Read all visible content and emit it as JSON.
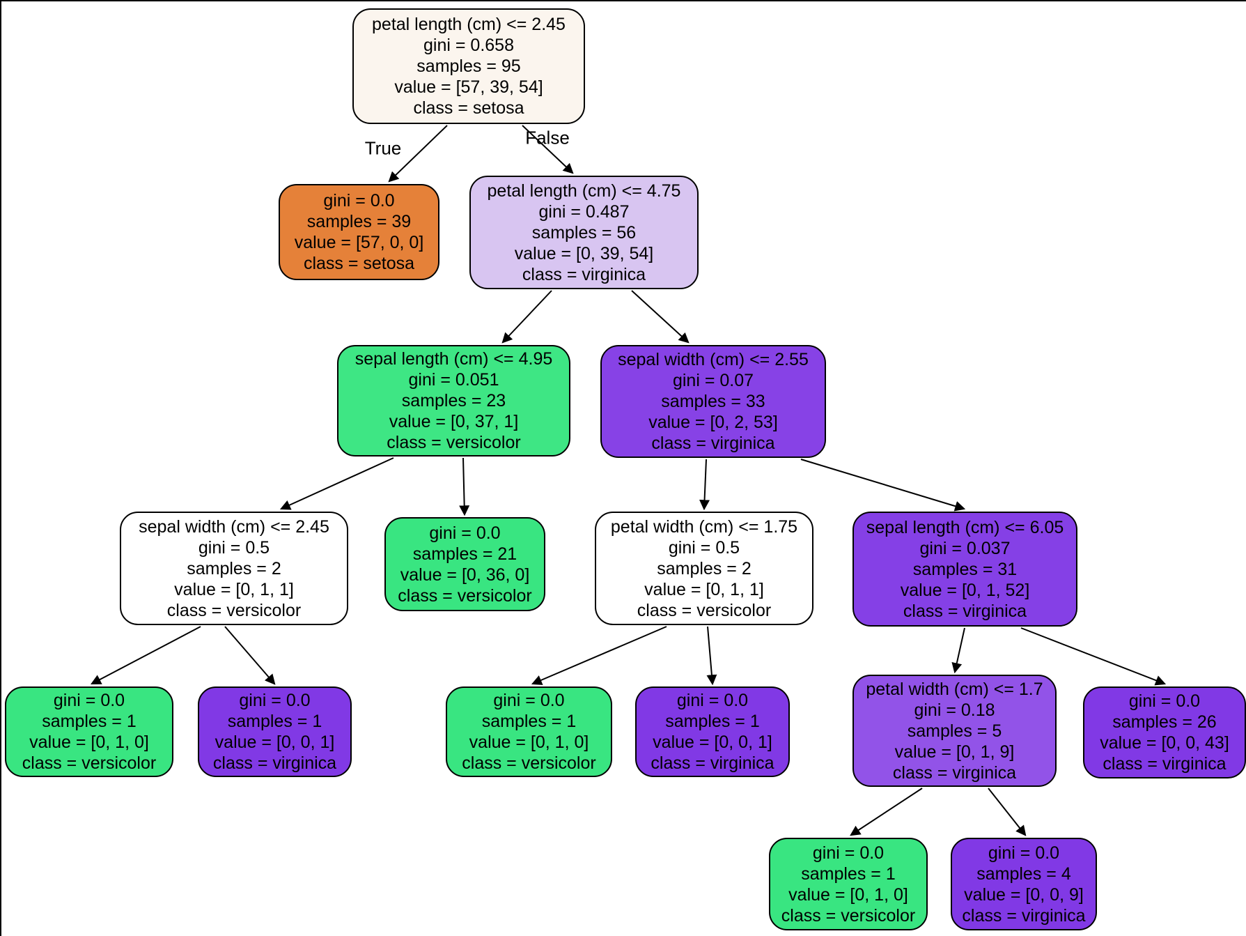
{
  "diagram": {
    "type": "decision-tree",
    "description": "Decision tree classifier visualization (iris features: petal/sepal length and width; classes: setosa, versicolor, virginica)"
  },
  "edge_labels": {
    "true_label": "True",
    "false_label": "False"
  },
  "colors": {
    "setosa_orange": "#e58139",
    "versicolor_green": "#39e581",
    "virginica_purple": "#8139e5",
    "node_border": "#000000",
    "text": "#000000"
  },
  "nodes": [
    {
      "id": "root",
      "fill": "#fbf5ee",
      "lines": [
        "petal length (cm) <= 2.45",
        "gini = 0.658",
        "samples = 95",
        "value = [57, 39, 54]",
        "class = setosa"
      ]
    },
    {
      "id": "leaf-setosa",
      "fill": "#e58139",
      "lines": [
        "gini = 0.0",
        "samples = 39",
        "value = [57, 0, 0]",
        "class = setosa"
      ]
    },
    {
      "id": "node-pl475",
      "fill": "#d8c5f1",
      "lines": [
        "petal length (cm) <= 4.75",
        "gini = 0.487",
        "samples = 56",
        "value = [0, 39, 54]",
        "class = virginica"
      ]
    },
    {
      "id": "node-sl495",
      "fill": "#3ee684",
      "lines": [
        "sepal length (cm) <= 4.95",
        "gini = 0.051",
        "samples = 23",
        "value = [0, 37, 1]",
        "class = versicolor"
      ]
    },
    {
      "id": "node-sw255",
      "fill": "#8742e6",
      "lines": [
        "sepal width (cm) <= 2.55",
        "gini = 0.07",
        "samples = 33",
        "value = [0, 2, 53]",
        "class = virginica"
      ]
    },
    {
      "id": "node-sw245",
      "fill": "#ffffff",
      "lines": [
        "sepal width (cm) <= 2.45",
        "gini = 0.5",
        "samples = 2",
        "value = [0, 1, 1]",
        "class = versicolor"
      ]
    },
    {
      "id": "leaf-vc21",
      "fill": "#39e581",
      "lines": [
        "gini = 0.0",
        "samples = 21",
        "value = [0, 36, 0]",
        "class = versicolor"
      ]
    },
    {
      "id": "node-pw175",
      "fill": "#ffffff",
      "lines": [
        "petal width (cm) <= 1.75",
        "gini = 0.5",
        "samples = 2",
        "value = [0, 1, 1]",
        "class = versicolor"
      ]
    },
    {
      "id": "node-sl605",
      "fill": "#8540e6",
      "lines": [
        "sepal length (cm) <= 6.05",
        "gini = 0.037",
        "samples = 31",
        "value = [0, 1, 52]",
        "class = virginica"
      ]
    },
    {
      "id": "leaf-vc1a",
      "fill": "#39e581",
      "lines": [
        "gini = 0.0",
        "samples = 1",
        "value = [0, 1, 0]",
        "class = versicolor"
      ]
    },
    {
      "id": "leaf-vg1a",
      "fill": "#8139e5",
      "lines": [
        "gini = 0.0",
        "samples = 1",
        "value = [0, 0, 1]",
        "class = virginica"
      ]
    },
    {
      "id": "leaf-vc1b",
      "fill": "#39e581",
      "lines": [
        "gini = 0.0",
        "samples = 1",
        "value = [0, 1, 0]",
        "class = versicolor"
      ]
    },
    {
      "id": "leaf-vg1b",
      "fill": "#8139e5",
      "lines": [
        "gini = 0.0",
        "samples = 1",
        "value = [0, 0, 1]",
        "class = virginica"
      ]
    },
    {
      "id": "node-pw17",
      "fill": "#9253e8",
      "lines": [
        "petal width (cm) <= 1.7",
        "gini = 0.18",
        "samples = 5",
        "value = [0, 1, 9]",
        "class = virginica"
      ]
    },
    {
      "id": "leaf-vg43",
      "fill": "#8139e5",
      "lines": [
        "gini = 0.0",
        "samples = 26",
        "value = [0, 0, 43]",
        "class = virginica"
      ]
    },
    {
      "id": "leaf-vc1c",
      "fill": "#39e581",
      "lines": [
        "gini = 0.0",
        "samples = 1",
        "value = [0, 1, 0]",
        "class = versicolor"
      ]
    },
    {
      "id": "leaf-vg9",
      "fill": "#8139e5",
      "lines": [
        "gini = 0.0",
        "samples = 4",
        "value = [0, 0, 9]",
        "class = virginica"
      ]
    }
  ]
}
